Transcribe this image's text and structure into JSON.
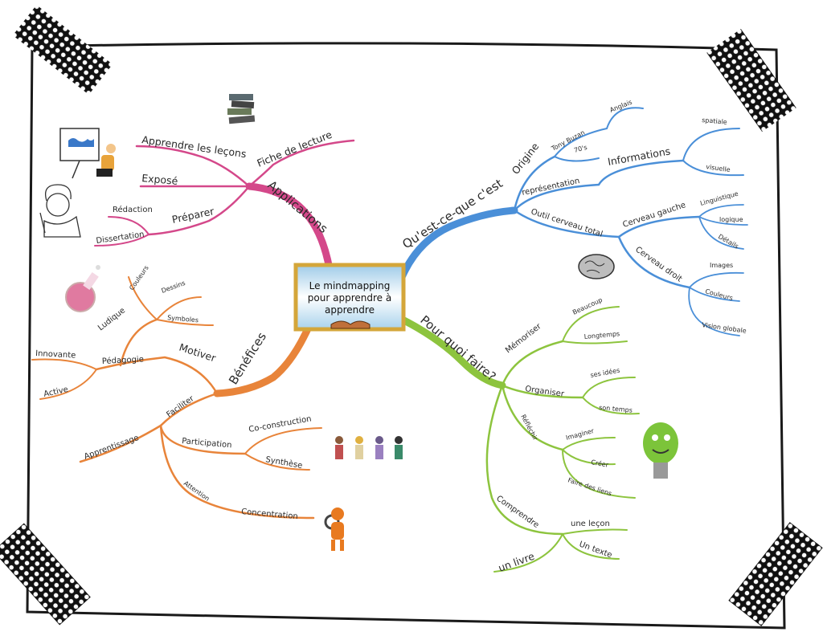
{
  "center": {
    "lines": [
      "Le mindmapping",
      "pour apprendre à",
      "apprendre"
    ]
  },
  "colors": {
    "applications": "#d4488a",
    "quoi": "#4a8fd8",
    "pourquoi": "#8dc43e",
    "benefices": "#e8843a",
    "frame": "#1a1a1a",
    "center_border": "#d4a63a"
  },
  "applications": {
    "label": "Applications",
    "fiche": "Fiche de lecture",
    "lecons": "Apprendre les leçons",
    "expose": "Exposé",
    "preparer": "Préparer",
    "redaction": "Rédaction",
    "dissertation": "Dissertation"
  },
  "quoi": {
    "label": "Qu'est-ce-que c'est",
    "origine": "Origine",
    "buzan": "Tony Buzan",
    "anglais": "Anglais",
    "annees": "70's",
    "representation": "représentation",
    "informations": "Informations",
    "spatiale": "spatiale",
    "visuelle": "visuelle",
    "outil": "Outil cerveau total",
    "gauche": "Cerveau gauche",
    "linguistique": "Linguistique",
    "logique": "logique",
    "details": "Détails",
    "droit": "Cerveau droit",
    "images": "Images",
    "couleurs": "Couleurs",
    "vision": "Vision globale"
  },
  "pourquoi": {
    "label": "Pour quoi faire?",
    "memoriser": "Mémoriser",
    "beaucoup": "Beaucoup",
    "longtemps": "Longtemps",
    "organiser": "Organiser",
    "idees": "ses idées",
    "temps": "son temps",
    "reflechir": "Réfléchir",
    "imaginer": "Imaginer",
    "creer": "Créer",
    "liens": "Faire des liens",
    "comprendre": "Comprendre",
    "lecon": "une leçon",
    "texte": "Un texte",
    "livre": "un livre"
  },
  "benefices": {
    "label": "Bénéfices",
    "motiver": "Motiver",
    "pedagogie": "Pédagogie",
    "innovante": "Innovante",
    "active": "Active",
    "ludique": "Ludique",
    "couleurs": "Couleurs",
    "dessins": "Dessins",
    "symboles": "Symboles",
    "faciliter": "Faciliter",
    "apprentissage": "Apprentissage",
    "participation": "Participation",
    "coconstruction": "Co-construction",
    "synthese": "Synthèse",
    "attention": "Attention",
    "concentration": "Concentration"
  }
}
